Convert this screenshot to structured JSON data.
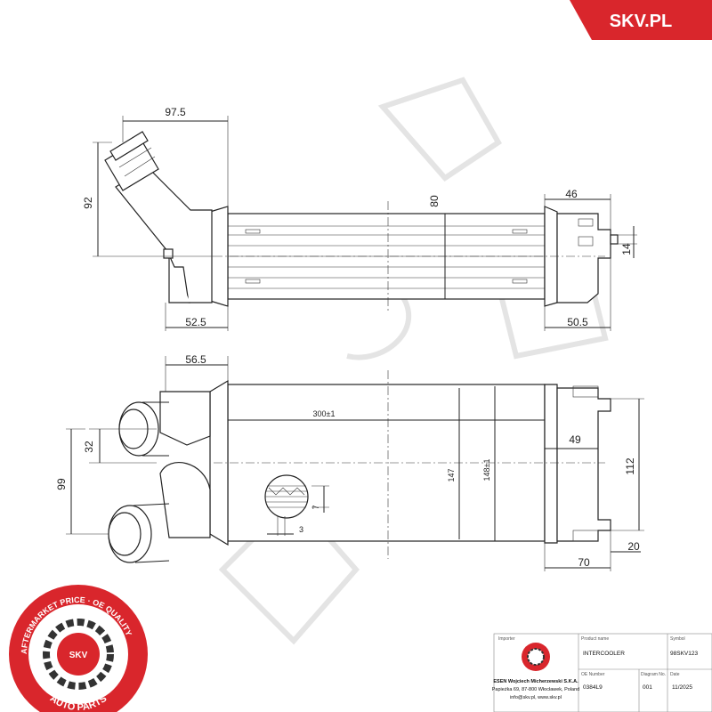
{
  "brand": {
    "logo_text": "SKV.PL",
    "brand_color": "#d9262c"
  },
  "dimensions_top_view": {
    "inlet_width": "97.5",
    "inlet_height": "92",
    "core_height": "80",
    "outlet_width": "46",
    "pin_height": "14",
    "left_offset": "52.5",
    "right_offset": "50.5"
  },
  "dimensions_front_view": {
    "inlet_offset": "56.5",
    "core_length": "300±1",
    "upper_port_height": "32",
    "port_spacing": "99",
    "core_height": "147",
    "total_height": "148±1",
    "bracket_offset": "49",
    "bracket_height": "112",
    "fin_pitch_v": "7",
    "fin_pitch_h": "3",
    "depth": "70",
    "mount_offset": "20"
  },
  "seal": {
    "ring_text": "AFTERMARKET PRICE · OE QUALITY",
    "center_text": "SKV",
    "bottom_text": "AUTO PARTS"
  },
  "title_block": {
    "importer_label": "Importer",
    "product_name_label": "Product name",
    "symbol_label": "Symbol",
    "product_name": "INTERCOOLER",
    "symbol": "98SKV123",
    "oe_number_label": "OE Number",
    "diagram_no_label": "Diagram No.",
    "date_label": "Date",
    "oe_number": "0384L9",
    "diagram_no": "001",
    "date": "11/2025",
    "company_line1": "ESEN Wojciech Micherzewski S.K.A.",
    "company_line2": "Papieżka 69, 87-800 Włocławek, Poland",
    "company_line3": "info@skv.pl, www.skv.pl"
  }
}
